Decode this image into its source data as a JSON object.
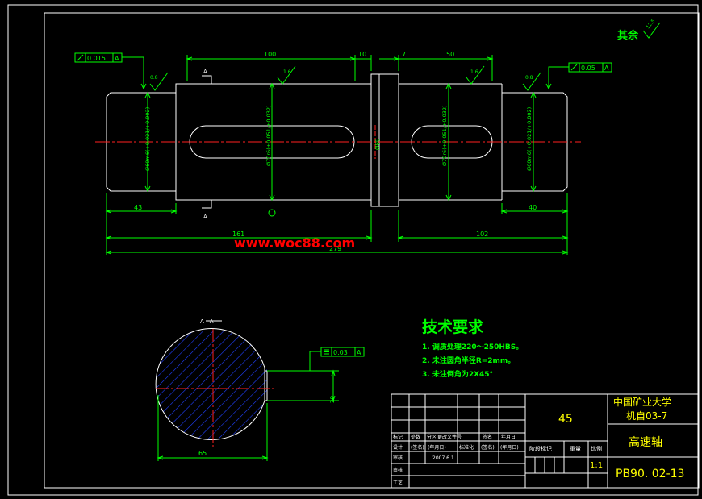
{
  "drawing": {
    "surface_finish_note": "其余",
    "surface_finish_value": "12.5",
    "watermark": "www.woc88.com"
  },
  "tolerances": {
    "left_circular_runout": {
      "value": "0.015",
      "datum": "A"
    },
    "right_circular_runout": {
      "value": "0.05",
      "datum": "A"
    },
    "keyway_symmetry": {
      "value": "0.03",
      "datum": "A"
    }
  },
  "roughness": [
    "0.8",
    "1.6",
    "1.6",
    "0.8"
  ],
  "dimensions": {
    "top_100": "100",
    "top_10": "10",
    "top_7": "7",
    "top_50": "50",
    "bottom_43": "43",
    "bottom_40": "40",
    "bottom_161": "161",
    "bottom_102": "102",
    "bottom_279": "279",
    "dia_left_end": "Ø60m6(+0.021/+0.002)",
    "dia_left_key": "Ø70r6(+0.051/+0.032)",
    "dia_collar": "Ø80",
    "dia_right_key": "Ø70r6(+0.051/+0.032)",
    "dia_right_end": "Ø60m6(+0.021/+0.002)",
    "section_width": "65",
    "section_depth": "20",
    "section_label_a": "A",
    "section_title": "A—A",
    "circle_mark": "①"
  },
  "technical_requirements": {
    "title": "技术要求",
    "items": [
      "1. 调质处理220～250HBS。",
      "2. 未注圆角半径R=2mm。",
      "3. 未注倒角为2X45°"
    ]
  },
  "title_block": {
    "material": "45",
    "org_line1": "中国矿业大学",
    "org_line2": "机自03-7",
    "part_name": "高速轴",
    "drawing_no": "PB90. 02-13",
    "scale": "1:1",
    "headers": [
      "标记",
      "处数",
      "分区",
      "更改文件号",
      "签名",
      "年月日"
    ],
    "design_row": [
      "设计",
      "(签名)",
      "(年月日)",
      "标准化",
      "(签名)",
      "(年月日)"
    ],
    "review_label": "审核",
    "process_label": "工艺",
    "check_label": "审核",
    "date": "2007.6.1",
    "stage_label": "阶段标记",
    "weight_label": "重量",
    "scale_label": "比例"
  }
}
